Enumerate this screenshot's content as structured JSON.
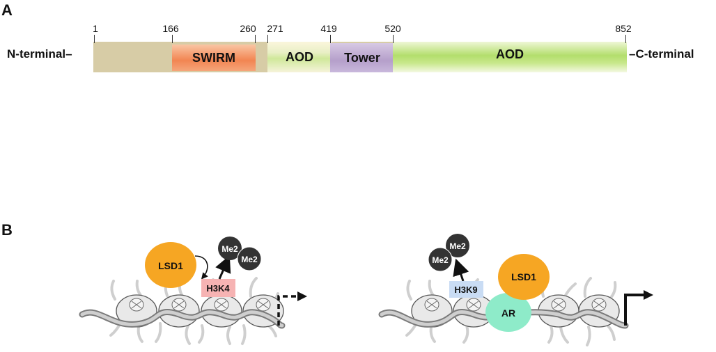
{
  "panels": {
    "a": "A",
    "b": "B"
  },
  "protein": {
    "n_terminal": "N-terminal–",
    "c_terminal": "–C-terminal",
    "positions": [
      "1",
      "166",
      "260",
      "271",
      "419",
      "520",
      "852"
    ],
    "domains": {
      "swirm": "SWIRM",
      "aod1": "AOD",
      "tower": "Tower",
      "aod2": "AOD"
    }
  },
  "mechanism": {
    "left": {
      "lsd1": "LSD1",
      "mark": "H3K4",
      "me_a": "Me2",
      "me_b": "Me2"
    },
    "right": {
      "lsd1": "LSD1",
      "ar": "AR",
      "mark": "H3K9",
      "me_a": "Me2",
      "me_b": "Me2"
    }
  },
  "colors": {
    "backbone": "#d7cca6",
    "swirm": "#f59a6a",
    "aod": "#b8e07a",
    "tower": "#b9a4cc",
    "lsd1": "#f6a623",
    "ar": "#8eebc9",
    "h3k4_box": "#f6b3b3",
    "h3k9_box": "#c9dcf4"
  }
}
